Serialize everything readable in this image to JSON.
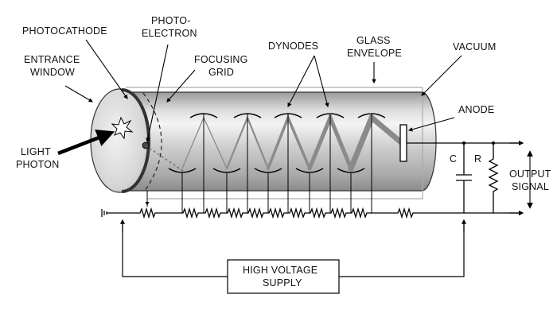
{
  "labels": {
    "photocathode": "PHOTOCATHODE",
    "photo_electron_1": "PHOTO-",
    "photo_electron_2": "ELECTRON",
    "entrance_window_1": "ENTRANCE",
    "entrance_window_2": "WINDOW",
    "focusing_grid_1": "FOCUSING",
    "focusing_grid_2": "GRID",
    "dynodes": "DYNODES",
    "glass_envelope_1": "GLASS",
    "glass_envelope_2": "ENVELOPE",
    "vacuum": "VACUUM",
    "anode": "ANODE",
    "light_photon_1": "LIGHT",
    "light_photon_2": "PHOTON",
    "capacitor": "C",
    "resistor": "R",
    "output_signal_1": "OUTPUT",
    "output_signal_2": "SIGNAL",
    "hv_supply_1": "HIGH VOLTAGE",
    "hv_supply_2": "SUPPLY"
  }
}
